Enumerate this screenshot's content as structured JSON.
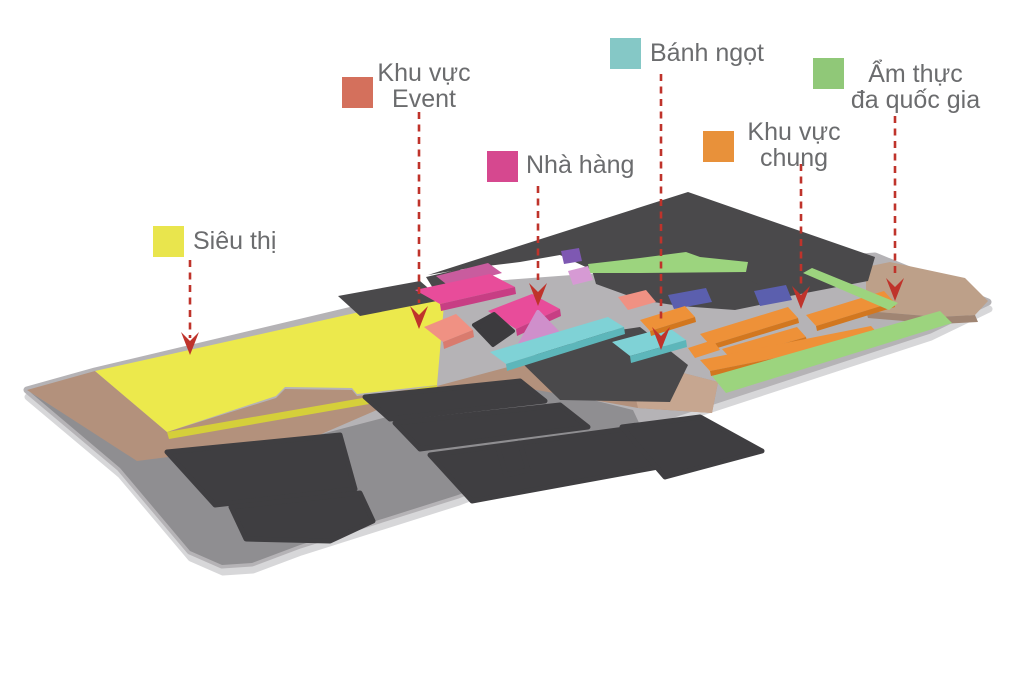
{
  "title": "Mall zoning floor plan",
  "legend": {
    "items": [
      {
        "id": "sieu-thi",
        "label": "Siêu thị",
        "line1": "Siêu thị",
        "line2": "",
        "color": "#e9e54d"
      },
      {
        "id": "khu-vuc-event",
        "label": "Khu vực Event",
        "line1": "Khu vực",
        "line2": "Event",
        "color": "#d4705c"
      },
      {
        "id": "nha-hang",
        "label": "Nhà hàng",
        "line1": "Nhà hàng",
        "line2": "",
        "color": "#d6488f"
      },
      {
        "id": "banh-ngot",
        "label": "Bánh ngọt",
        "line1": "Bánh ngọt",
        "line2": "",
        "color": "#85c8c6"
      },
      {
        "id": "khu-vuc-chung",
        "label": "Khu vực chung",
        "line1": "Khu vực",
        "line2": "chung",
        "color": "#e8913a"
      },
      {
        "id": "am-thuc",
        "label": "Ẩm thực đa quốc gia",
        "line1": "Ẩm thực",
        "line2": "đa quốc gia",
        "color": "#90c878"
      }
    ]
  },
  "colors": {
    "text": "#6b6c6e",
    "arrow": "#bf332b",
    "plate": "#b5b3b6",
    "plate_side": "#d7d7d9",
    "floor_foreground": "#8f8e91",
    "sidewalk": "#b3917c",
    "walkway": "#c6a690",
    "corner_walkway": "#bda089",
    "corner_walkway_side": "#a08573",
    "supermarket": "#ece94c",
    "supermarket_side": "#d5cf3a",
    "building": "#4a494b",
    "building_fg": "#3f3e41",
    "dark_box": "#3c3b3e",
    "event": "#f09183",
    "event_side": "#d97b6e",
    "restaurant": "#e84c9a",
    "restaurant_side": "#c73e84",
    "restaurant_back": "#c95c9e",
    "pastry": "#7fd2d6",
    "pastry_side": "#5db6ba",
    "common": "#ee9138",
    "common_side": "#d2771f",
    "cuisine": "#9cd47e",
    "indigo": "#5b5fae",
    "purple": "#7e58b2",
    "orchid": "#cf8fcb",
    "orchid_light": "#d69ad4"
  }
}
